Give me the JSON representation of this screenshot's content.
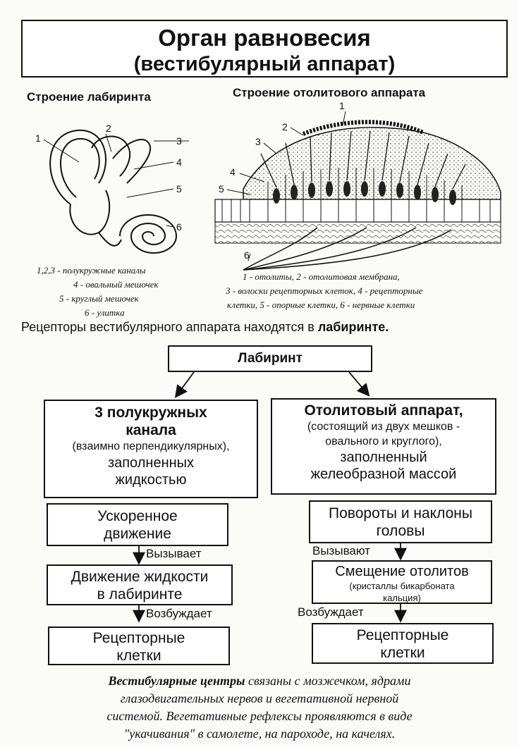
{
  "title": {
    "line1": "Орган равновесия",
    "line2": "(вестибулярный аппарат)"
  },
  "labyrinth_diagram": {
    "heading": "Строение лабиринта",
    "numbers": [
      "1",
      "2",
      "3",
      "4",
      "5",
      "6"
    ],
    "legend": [
      "1,2,3 - полукружные каналы",
      "4 - овальный мешочек",
      "5 - круглый мешочек",
      "6 - улитка"
    ]
  },
  "otolith_diagram": {
    "heading": "Строение отолитового аппарата",
    "numbers": [
      "1",
      "2",
      "3",
      "4",
      "5",
      "6"
    ],
    "legend": [
      "1 - отолиты, 2 - отолитовая мембрана,",
      "3 - волоски рецепторных клеток, 4 - рецепторные",
      "клетки, 5 - опорные клетки, 6 - нервные клетки"
    ]
  },
  "statement": {
    "prefix": "Рецепторы вестибулярного аппарата находятся в ",
    "bold": "лабиринте."
  },
  "flow": {
    "root": "Лабиринт",
    "left": {
      "head_line1": "3 полукружных",
      "head_line2": "канала",
      "sub": "(взаимно перпендикулярных),",
      "tail_line1": "заполненных",
      "tail_line2": "жидкостью",
      "step1_line1": "Ускоренное",
      "step1_line2": "движение",
      "arrow1": "Вызывает",
      "step2_line1": "Движение жидкости",
      "step2_line2": "в лабиринте",
      "arrow2": "Возбуждает",
      "step3_line1": "Рецепторные",
      "step3_line2": "клетки"
    },
    "right": {
      "head_line1": "Отолитовый аппарат,",
      "sub_line1": "(состоящий из двух мешков -",
      "sub_line2": "овального и круглого),",
      "tail_line1": "заполненный",
      "tail_line2": "желеобразной массой",
      "step1_line1": "Повороты и наклоны",
      "step1_line2": "головы",
      "arrow1": "Вызывают",
      "step2_line1": "Смещение отолитов",
      "step2_sub1": "(кристаллы бикарбоната",
      "step2_sub2": "кальция)",
      "arrow2": "Возбуждает",
      "step3_line1": "Рецепторные",
      "step3_line2": "клетки"
    }
  },
  "footer": {
    "bold": "Вестибулярные центры",
    "line1_rest": " связаны с мозжечком, ядрами",
    "line2": "глазодвигательных нервов и вегетативной нервной",
    "line3": "системой. Вегетативные рефлексы проявляются в виде",
    "line4": "\"укачивания\" в самолете, на пароходе, на качелях."
  }
}
